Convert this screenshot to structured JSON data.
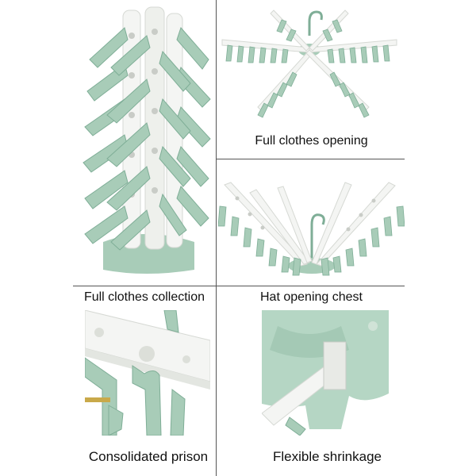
{
  "colors": {
    "clip_green": "#a8ccb8",
    "clip_dark": "#7fae97",
    "arm_white": "#f4f5f3",
    "arm_shadow": "#d6d9d4",
    "divider": "#555555",
    "background": "#ffffff"
  },
  "captions": {
    "full_opening": "Full clothes opening",
    "full_collection": "Full clothes collection",
    "hat_opening": "Hat opening chest",
    "consolidated": "Consolidated prison",
    "flexible": "Flexible shrinkage"
  }
}
